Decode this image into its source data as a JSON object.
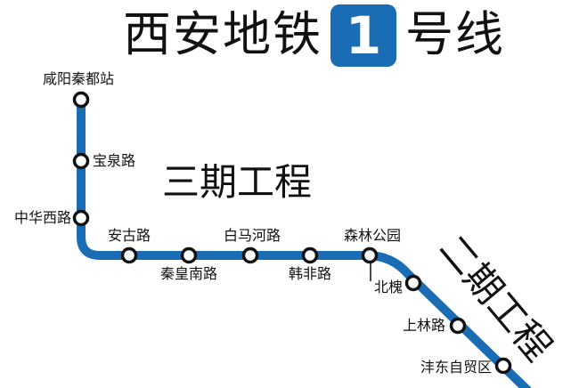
{
  "title": {
    "prefix": "西安地铁",
    "line_number": "1",
    "suffix": "号线"
  },
  "colors": {
    "line": "#1a6db5",
    "badge": "#1a6db5",
    "station_ring": "#111111"
  },
  "phases": {
    "phase3": "三期工程",
    "phase2": "二期工程"
  },
  "stations": [
    {
      "name": "咸阳秦都站"
    },
    {
      "name": "宝泉路"
    },
    {
      "name": "中华西路"
    },
    {
      "name": "安古路"
    },
    {
      "name": "秦皇南路"
    },
    {
      "name": "白马河路"
    },
    {
      "name": "韩非路"
    },
    {
      "name": "森林公园"
    },
    {
      "name": "北槐"
    },
    {
      "name": "上林路"
    },
    {
      "name": "沣东自贸区"
    }
  ]
}
